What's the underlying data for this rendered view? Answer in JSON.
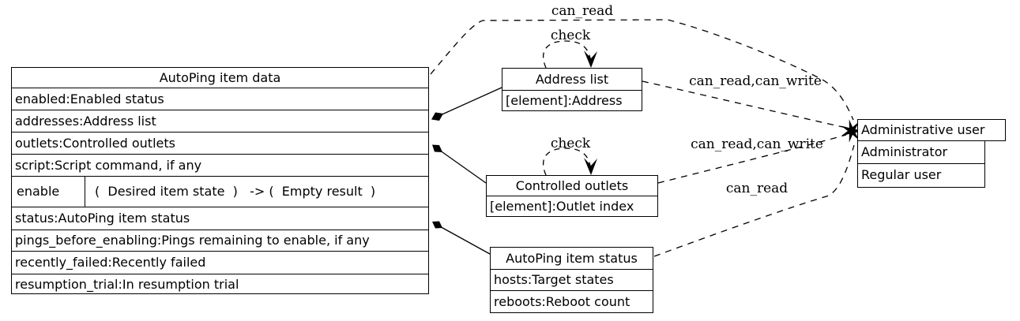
{
  "colors": {
    "line": "#000000",
    "background": "#ffffff"
  },
  "main_table": {
    "title": "AutoPing item data",
    "rows": [
      "enabled:Enabled status",
      "addresses:Address list",
      "outlets:Controlled outlets",
      "script:Script command, if any"
    ],
    "method_row": {
      "name": "enable",
      "signature": "(  Desired item state  )   -> (  Empty result  )"
    },
    "rows2": [
      "status:AutoPing item status",
      "pings_before_enabling:Pings remaining to enable, if any",
      "recently_failed:Recently failed",
      "resumption_trial:In resumption trial"
    ]
  },
  "address_list": {
    "title": "Address list",
    "rows": [
      "[element]:Address"
    ]
  },
  "controlled_outlets": {
    "title": "Controlled outlets",
    "rows": [
      "[element]:Outlet index"
    ]
  },
  "autoping_status": {
    "title": "AutoPing item status",
    "rows": [
      "hosts:Target states",
      "reboots:Reboot count"
    ]
  },
  "admin_user": {
    "title": "Administrative user",
    "rows": [
      "Administrator",
      "Regular user"
    ]
  },
  "edge_labels": {
    "top_can_read": "can_read",
    "address_check": "check",
    "address_rw": "can_read,can_write",
    "outlets_check": "check",
    "outlets_rw": "can_read,can_write",
    "status_can_read": "can_read"
  }
}
